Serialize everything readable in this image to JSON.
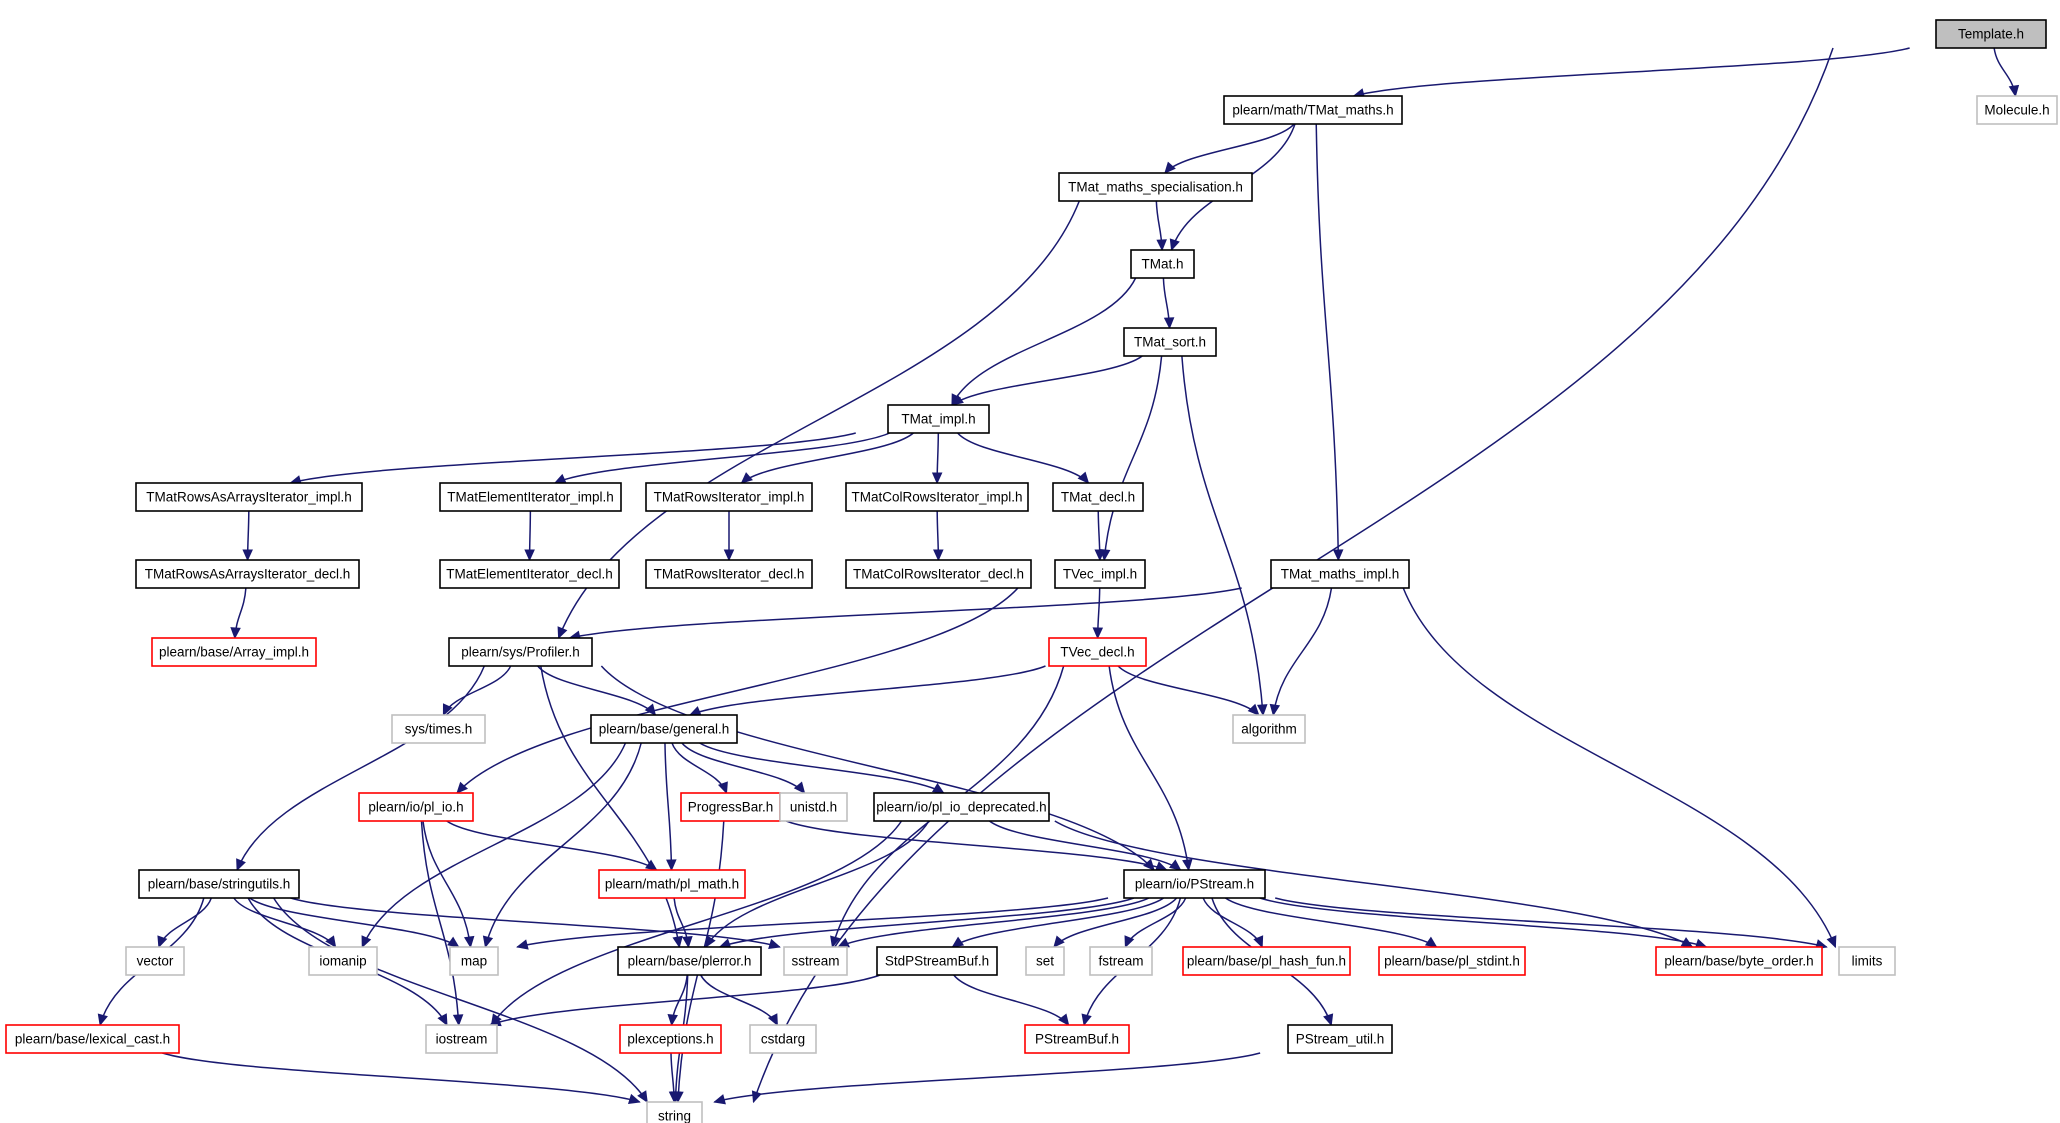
{
  "colors": {
    "edge": "#191970",
    "border_documented": "#000000",
    "border_undocumented": "#ff0000",
    "border_external": "#bfbfbf",
    "root_fill": "#bfbfbf"
  },
  "nodes": [
    {
      "id": "template",
      "label": "Template.h",
      "kind": "root"
    },
    {
      "id": "tmat_maths",
      "label": "plearn/math/TMat_maths.h",
      "kind": "black"
    },
    {
      "id": "molecule",
      "label": "Molecule.h",
      "kind": "gray"
    },
    {
      "id": "tmat_maths_spec",
      "label": "TMat_maths_specialisation.h",
      "kind": "black"
    },
    {
      "id": "tmat",
      "label": "TMat.h",
      "kind": "black"
    },
    {
      "id": "tmat_sort",
      "label": "TMat_sort.h",
      "kind": "black"
    },
    {
      "id": "tmat_impl",
      "label": "TMat_impl.h",
      "kind": "black"
    },
    {
      "id": "rows_arrays_impl",
      "label": "TMatRowsAsArraysIterator_impl.h",
      "kind": "black"
    },
    {
      "id": "element_impl",
      "label": "TMatElementIterator_impl.h",
      "kind": "black"
    },
    {
      "id": "rows_impl",
      "label": "TMatRowsIterator_impl.h",
      "kind": "black"
    },
    {
      "id": "colrows_impl",
      "label": "TMatColRowsIterator_impl.h",
      "kind": "black"
    },
    {
      "id": "tmat_decl",
      "label": "TMat_decl.h",
      "kind": "black"
    },
    {
      "id": "rows_arrays_decl",
      "label": "TMatRowsAsArraysIterator_decl.h",
      "kind": "black"
    },
    {
      "id": "element_decl",
      "label": "TMatElementIterator_decl.h",
      "kind": "black"
    },
    {
      "id": "rows_decl",
      "label": "TMatRowsIterator_decl.h",
      "kind": "black"
    },
    {
      "id": "colrows_decl",
      "label": "TMatColRowsIterator_decl.h",
      "kind": "black"
    },
    {
      "id": "tvec_impl",
      "label": "TVec_impl.h",
      "kind": "black"
    },
    {
      "id": "tmat_maths_impl",
      "label": "TMat_maths_impl.h",
      "kind": "black"
    },
    {
      "id": "array_impl",
      "label": "plearn/base/Array_impl.h",
      "kind": "red"
    },
    {
      "id": "profiler",
      "label": "plearn/sys/Profiler.h",
      "kind": "black"
    },
    {
      "id": "tvec_decl",
      "label": "TVec_decl.h",
      "kind": "red"
    },
    {
      "id": "sys_times",
      "label": "sys/times.h",
      "kind": "gray"
    },
    {
      "id": "general",
      "label": "plearn/base/general.h",
      "kind": "black"
    },
    {
      "id": "algorithm",
      "label": "algorithm",
      "kind": "gray"
    },
    {
      "id": "pl_io",
      "label": "plearn/io/pl_io.h",
      "kind": "red"
    },
    {
      "id": "progressbar",
      "label": "ProgressBar.h",
      "kind": "red"
    },
    {
      "id": "unistd",
      "label": "unistd.h",
      "kind": "gray"
    },
    {
      "id": "pl_io_dep",
      "label": "plearn/io/pl_io_deprecated.h",
      "kind": "black"
    },
    {
      "id": "stringutils",
      "label": "plearn/base/stringutils.h",
      "kind": "black"
    },
    {
      "id": "pl_math",
      "label": "plearn/math/pl_math.h",
      "kind": "red"
    },
    {
      "id": "pstream",
      "label": "plearn/io/PStream.h",
      "kind": "black"
    },
    {
      "id": "vector",
      "label": "vector",
      "kind": "gray"
    },
    {
      "id": "iomanip",
      "label": "iomanip",
      "kind": "gray"
    },
    {
      "id": "map",
      "label": "map",
      "kind": "gray"
    },
    {
      "id": "plerror",
      "label": "plearn/base/plerror.h",
      "kind": "black"
    },
    {
      "id": "sstream",
      "label": "sstream",
      "kind": "gray"
    },
    {
      "id": "stdpstreambuf",
      "label": "StdPStreamBuf.h",
      "kind": "black"
    },
    {
      "id": "set",
      "label": "set",
      "kind": "gray"
    },
    {
      "id": "fstream",
      "label": "fstream",
      "kind": "gray"
    },
    {
      "id": "pl_hash_fun",
      "label": "plearn/base/pl_hash_fun.h",
      "kind": "red"
    },
    {
      "id": "pl_stdint",
      "label": "plearn/base/pl_stdint.h",
      "kind": "red"
    },
    {
      "id": "byte_order",
      "label": "plearn/base/byte_order.h",
      "kind": "red"
    },
    {
      "id": "limits",
      "label": "limits",
      "kind": "gray"
    },
    {
      "id": "lexical_cast",
      "label": "plearn/base/lexical_cast.h",
      "kind": "red"
    },
    {
      "id": "iostream",
      "label": "iostream",
      "kind": "gray"
    },
    {
      "id": "plexceptions",
      "label": "plexceptions.h",
      "kind": "red"
    },
    {
      "id": "cstdarg",
      "label": "cstdarg",
      "kind": "gray"
    },
    {
      "id": "pstreambuf",
      "label": "PStreamBuf.h",
      "kind": "red"
    },
    {
      "id": "pstream_util",
      "label": "PStream_util.h",
      "kind": "black"
    },
    {
      "id": "string",
      "label": "string",
      "kind": "gray"
    }
  ],
  "edges": [
    [
      "template",
      "tmat_maths"
    ],
    [
      "template",
      "molecule"
    ],
    [
      "template",
      "string"
    ],
    [
      "tmat_maths",
      "tmat_maths_spec"
    ],
    [
      "tmat_maths",
      "tmat"
    ],
    [
      "tmat_maths",
      "tmat_maths_impl"
    ],
    [
      "tmat_maths_spec",
      "tmat"
    ],
    [
      "tmat_maths_spec",
      "profiler"
    ],
    [
      "tmat",
      "tmat_sort"
    ],
    [
      "tmat",
      "tmat_impl"
    ],
    [
      "tmat_sort",
      "tmat_impl"
    ],
    [
      "tmat_sort",
      "tvec_impl"
    ],
    [
      "tmat_sort",
      "algorithm"
    ],
    [
      "tmat_impl",
      "rows_arrays_impl"
    ],
    [
      "tmat_impl",
      "element_impl"
    ],
    [
      "tmat_impl",
      "rows_impl"
    ],
    [
      "tmat_impl",
      "colrows_impl"
    ],
    [
      "tmat_impl",
      "tmat_decl"
    ],
    [
      "rows_arrays_impl",
      "rows_arrays_decl"
    ],
    [
      "element_impl",
      "element_decl"
    ],
    [
      "rows_impl",
      "rows_decl"
    ],
    [
      "colrows_impl",
      "colrows_decl"
    ],
    [
      "tmat_decl",
      "tvec_impl"
    ],
    [
      "rows_arrays_decl",
      "array_impl"
    ],
    [
      "tvec_impl",
      "tvec_decl"
    ],
    [
      "tvec_impl",
      "pl_io"
    ],
    [
      "tmat_maths_impl",
      "profiler"
    ],
    [
      "tmat_maths_impl",
      "algorithm"
    ],
    [
      "tmat_maths_impl",
      "limits"
    ],
    [
      "profiler",
      "sys_times"
    ],
    [
      "profiler",
      "general"
    ],
    [
      "profiler",
      "stringutils"
    ],
    [
      "profiler",
      "plerror"
    ],
    [
      "profiler",
      "pstream"
    ],
    [
      "tvec_decl",
      "general"
    ],
    [
      "tvec_decl",
      "algorithm"
    ],
    [
      "tvec_decl",
      "pstream"
    ],
    [
      "tvec_decl",
      "sstream"
    ],
    [
      "general",
      "progressbar"
    ],
    [
      "general",
      "unistd"
    ],
    [
      "general",
      "pl_io_dep"
    ],
    [
      "general",
      "pl_math"
    ],
    [
      "general",
      "map"
    ],
    [
      "general",
      "iomanip"
    ],
    [
      "pl_io",
      "pl_math"
    ],
    [
      "pl_io",
      "map"
    ],
    [
      "pl_io",
      "iostream"
    ],
    [
      "progressbar",
      "pstream"
    ],
    [
      "progressbar",
      "string"
    ],
    [
      "pl_io_dep",
      "pstream"
    ],
    [
      "pl_io_dep",
      "plerror"
    ],
    [
      "pl_io_dep",
      "iostream"
    ],
    [
      "pl_io_dep",
      "byte_order"
    ],
    [
      "stringutils",
      "vector"
    ],
    [
      "stringutils",
      "iomanip"
    ],
    [
      "stringutils",
      "map"
    ],
    [
      "stringutils",
      "sstream"
    ],
    [
      "stringutils",
      "lexical_cast"
    ],
    [
      "stringutils",
      "iostream"
    ],
    [
      "stringutils",
      "string"
    ],
    [
      "pl_math",
      "plerror"
    ],
    [
      "pstream",
      "map"
    ],
    [
      "pstream",
      "plerror"
    ],
    [
      "pstream",
      "sstream"
    ],
    [
      "pstream",
      "stdpstreambuf"
    ],
    [
      "pstream",
      "set"
    ],
    [
      "pstream",
      "fstream"
    ],
    [
      "pstream",
      "pl_hash_fun"
    ],
    [
      "pstream",
      "pl_stdint"
    ],
    [
      "pstream",
      "byte_order"
    ],
    [
      "pstream",
      "limits"
    ],
    [
      "pstream",
      "pstreambuf"
    ],
    [
      "pstream",
      "pstream_util"
    ],
    [
      "plerror",
      "plexceptions"
    ],
    [
      "plerror",
      "cstdarg"
    ],
    [
      "plerror",
      "string"
    ],
    [
      "stdpstreambuf",
      "pstreambuf"
    ],
    [
      "stdpstreambuf",
      "iostream"
    ],
    [
      "lexical_cast",
      "string"
    ],
    [
      "plexceptions",
      "string"
    ],
    [
      "pstream_util",
      "string"
    ]
  ]
}
